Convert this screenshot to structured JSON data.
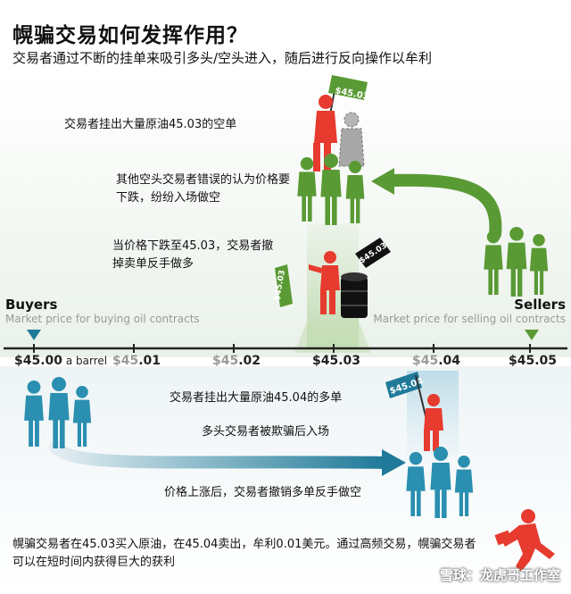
{
  "title": "幌骗交易如何发挥作用？",
  "subtitle": "交易者通过不断的挂单来吸引多头/空头进入，随后进行反向操作以牟利",
  "steps": {
    "sell_wall": "交易者挂出大量原油45.03的空单",
    "shorts_follow": "其他空头交易者错误的认为价格要下跌，纷纷入场做空",
    "cancel_sell": "当价格下跌至45.03，交易者撤掉卖单反手做多",
    "buy_wall": "交易者挂出大量原油45.04的多单",
    "longs_follow": "多头交易者被欺骗后入场",
    "cancel_buy": "价格上涨后，交易者撤销多单反手做空",
    "summary": "幌骗交易者在45.03买入原油，在45.04卖出，牟利0.01美元。通过高频交易，幌骗交易者可以在短时间内获得巨大的获利"
  },
  "buyers": {
    "label": "Buyers",
    "desc": "Market price for buying oil contracts"
  },
  "sellers": {
    "label": "Sellers",
    "desc": "Market price for selling oil contracts"
  },
  "axis": {
    "ticks": [
      {
        "dollar": "$45",
        "cents": ".00",
        "unit": "a barrel",
        "highlight": true
      },
      {
        "dollar": "$45",
        "cents": ".01",
        "unit": "",
        "highlight": false
      },
      {
        "dollar": "$45",
        "cents": ".02",
        "unit": "",
        "highlight": false
      },
      {
        "dollar": "$45",
        "cents": ".03",
        "unit": "",
        "highlight": true
      },
      {
        "dollar": "$45",
        "cents": ".04",
        "unit": "",
        "highlight": false
      },
      {
        "dollar": "$45",
        "cents": ".05",
        "unit": "",
        "highlight": true
      }
    ]
  },
  "tags": {
    "flag_top": "$45.03",
    "barrel_tag": "$45.03",
    "flag_small": "$45.03",
    "flag_bottom": "$45.04"
  },
  "watermark": "雪球：龙虎哥工作室",
  "colors": {
    "trader": "#e63b2e",
    "short": "#5a9a35",
    "long": "#2a8fb0",
    "arrow_green": "#5a9a35",
    "arrow_blue": "#1f7a99",
    "fake_order": "#a8a8a8"
  }
}
